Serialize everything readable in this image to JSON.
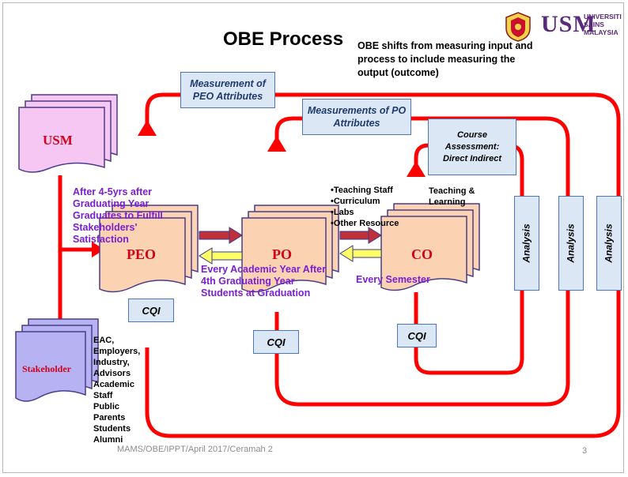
{
  "title": "OBE Process",
  "note": "OBE shifts from measuring input and process to include measuring the output (outcome)",
  "logo": {
    "mark": "crest-icon",
    "usm": "USM",
    "subtitle": "UNIVERSITI SAINS MALAYSIA"
  },
  "labels": {
    "peo_attr": "Measurement of PEO Attributes",
    "po_attr": "Measurements of PO Attributes",
    "course_assessment": "Course Assessment: Direct Indirect"
  },
  "documents": {
    "usm": "USM",
    "stakeholder": "Stakeholder",
    "peo": "PEO",
    "po": "PO",
    "co": "CO"
  },
  "annotations": {
    "peo_timing": "After 4-5yrs after Graduating Year Graduates to Fulfill Stakeholders' Satisfaction",
    "po_timing": "Every Academic Year After 4th Graduating Year Students at Graduation",
    "co_timing": "Every Semester",
    "teaching_learning": "Teaching & Learning"
  },
  "resources": [
    "•Teaching Staff",
    "•Curriculum",
    "•Labs",
    "•Other Resource"
  ],
  "stakeholders": [
    "EAC,",
    "Employers,",
    "Industry,",
    "Advisors",
    "Academic",
    "Staff",
    "Public",
    "Parents",
    "Students",
    "Alumni"
  ],
  "cqi": "CQI",
  "analysis": "Analysis",
  "footer": "MAMS/OBE/IPPT/April 2017/Ceramah 2",
  "page_number": "3",
  "colors": {
    "flow_red": "#ff0000",
    "doc_peach": "#fbd3b3",
    "doc_pink": "#f6c7f2",
    "doc_lavender": "#b7b3f2",
    "box_fill": "#dbe7f5",
    "box_border": "#4b78b4",
    "annotation_purple": "#7b1fd1",
    "arrow_yellow": "#ffff66",
    "arrow_darkred": "#c0303a"
  }
}
